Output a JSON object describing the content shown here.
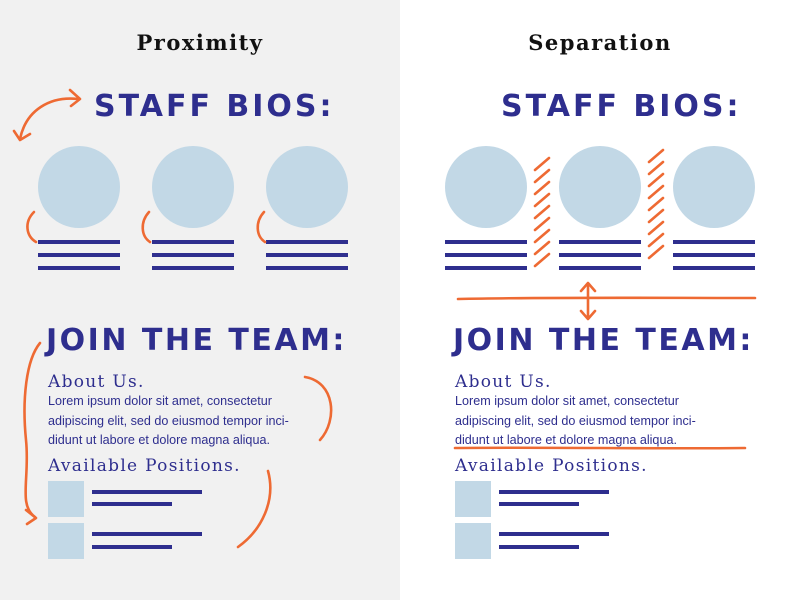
{
  "panels": [
    {
      "title": "Proximity",
      "staff_heading": "STAFF BIOS:",
      "join_heading": "JOIN THE TEAM:",
      "about_heading": "About Us.",
      "about_text": "Lorem ipsum dolor sit amet, consectetur\nadipiscing elit, sed do eiusmod tempor inci-\ndidunt ut labore et dolore magna aliqua.",
      "positions_heading": "Available Positions."
    },
    {
      "title": "Separation",
      "staff_heading": "STAFF BIOS:",
      "join_heading": "JOIN THE TEAM:",
      "about_heading": "About Us.",
      "about_text": "Lorem ipsum dolor sit amet, consectetur\nadipiscing elit, sed do eiusmod tempor inci-\ndidunt ut labore et dolore magna aliqua.",
      "positions_heading": "Available Positions."
    }
  ],
  "colors": {
    "left_background": "#f1f1f1",
    "text_navy": "#2e2e8e",
    "placeholder_blue": "#c2d8e6",
    "annotation_orange": "#ee6a33"
  }
}
